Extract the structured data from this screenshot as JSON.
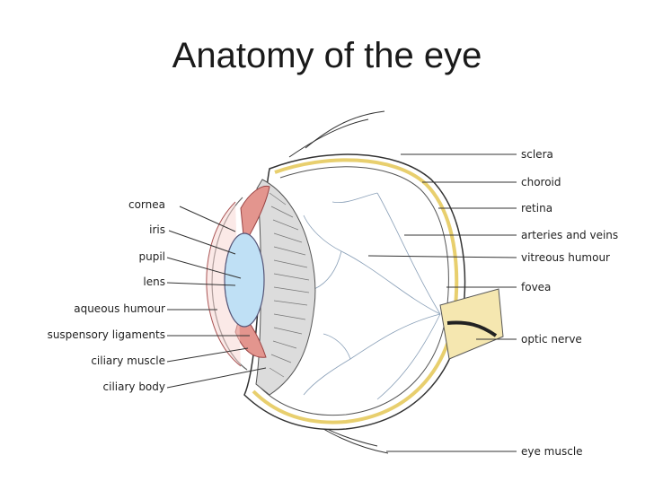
{
  "title": "Anatomy of the eye",
  "labels_left": {
    "cornea": "cornea",
    "iris": "iris",
    "pupil": "pupil",
    "lens": "lens",
    "aqueous_humour": "aqueous humour",
    "suspensory_ligaments": "suspensory ligaments",
    "ciliary_muscle": "ciliary muscle",
    "ciliary_body": "ciliary body"
  },
  "labels_right": {
    "sclera": "sclera",
    "choroid": "choroid",
    "retina": "retina",
    "arteries_and_veins": "arteries and veins",
    "vitreous_humour": "vitreous humour",
    "fovea": "fovea",
    "optic_nerve": "optic nerve",
    "eye_muscle": "eye muscle"
  },
  "colors": {
    "lens": "#bfe0f5",
    "iris": "#e3958e",
    "ciliary_body": "#dcdcdc",
    "choroid": "#f3e2a0",
    "optic_nerve": "#f5e7b0"
  }
}
